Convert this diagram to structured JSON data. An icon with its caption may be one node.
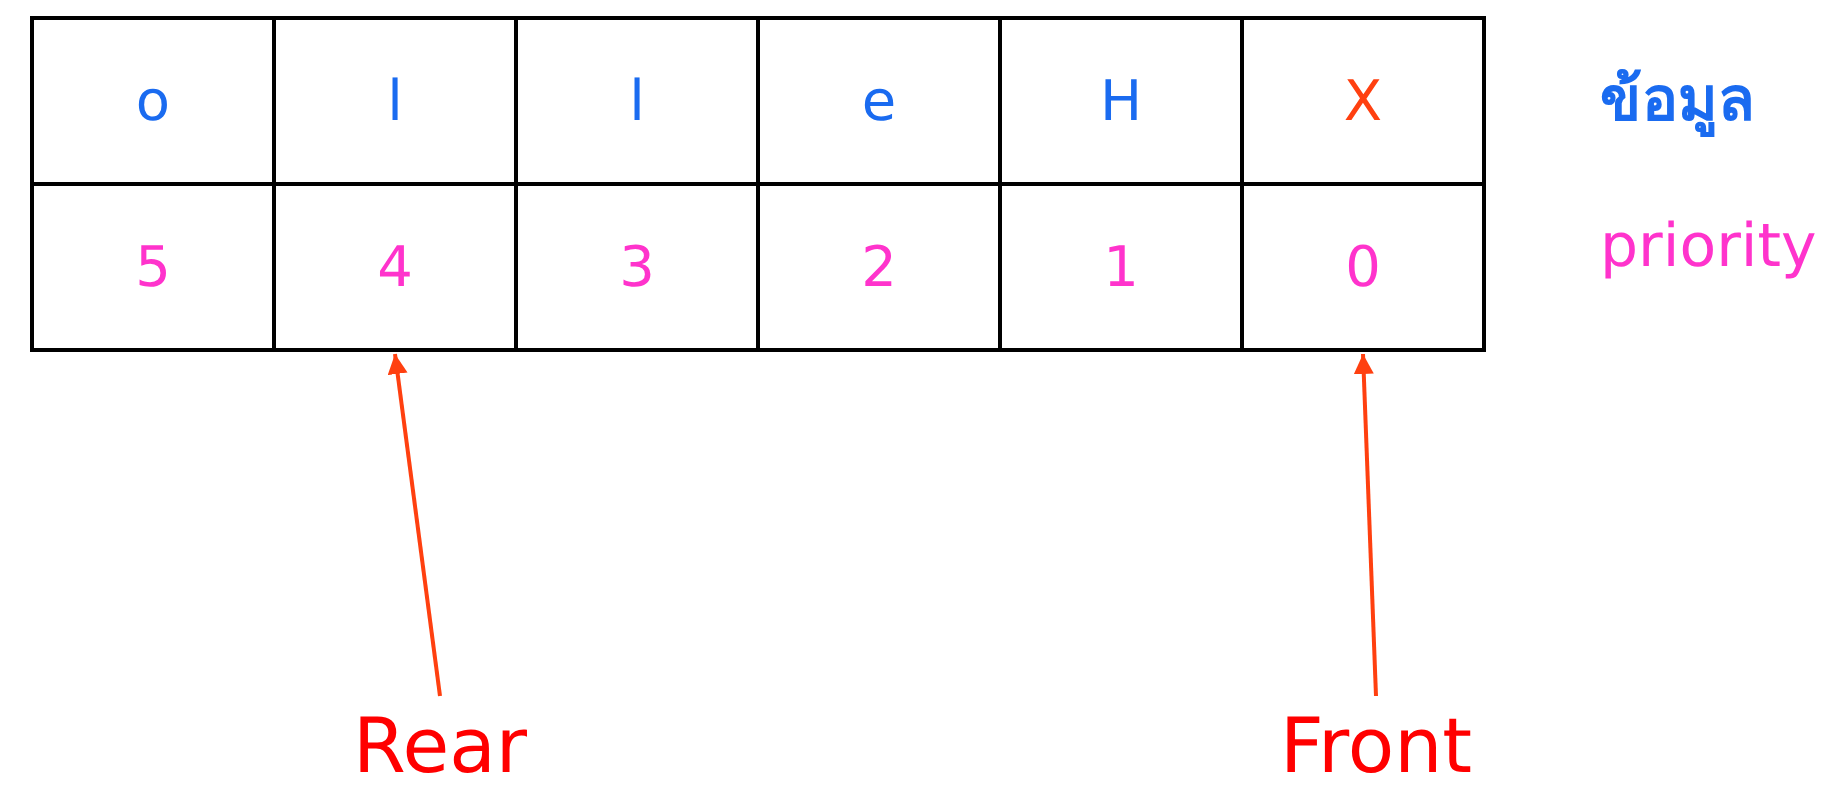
{
  "diagram": {
    "nodes": [
      {
        "text": [
          "o"
        ]
      },
      {
        "text": [
          "l"
        ]
      },
      {
        "text": [
          "l"
        ]
      },
      {
        "text": [
          "e"
        ]
      },
      {
        "text": [
          "H"
        ]
      },
      {
        "text": [
          "X"
        ]
      },
      {
        "text": [
          "5"
        ]
      },
      {
        "text": [
          "4"
        ]
      },
      {
        "text": [
          "3"
        ]
      },
      {
        "text": [
          "2"
        ]
      },
      {
        "text": [
          "1"
        ]
      },
      {
        "text": [
          "0"
        ]
      },
      {
        "text": [
          "Rear"
        ]
      },
      {
        "text": [
          "Front"
        ]
      }
    ],
    "edges": [
      {
        "from": 12,
        "to": 7,
        "arrow": "to"
      },
      {
        "from": 13,
        "to": 11,
        "arrow": "to"
      }
    ],
    "labels": [
      "ข้อมูล",
      "priority"
    ]
  }
}
